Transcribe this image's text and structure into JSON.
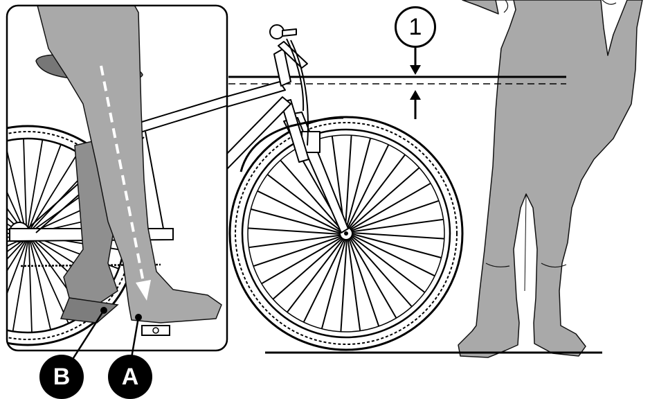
{
  "labels": {
    "callout_1": "1",
    "marker_a": "A",
    "marker_b": "B"
  },
  "colors": {
    "figure_gray": "#a9a9a9",
    "figure_dark": "#8f8f8f",
    "line": "#000000",
    "background": "#ffffff",
    "frame_fill": "#d9d9d9",
    "arrow_dash": "#ffffff"
  },
  "icons": {
    "bicycle": "bicycle-illustration",
    "standing_person": "standing-person-silhouette",
    "rider_leg": "rider-leg-silhouette",
    "pedal": "pedal-icon"
  }
}
